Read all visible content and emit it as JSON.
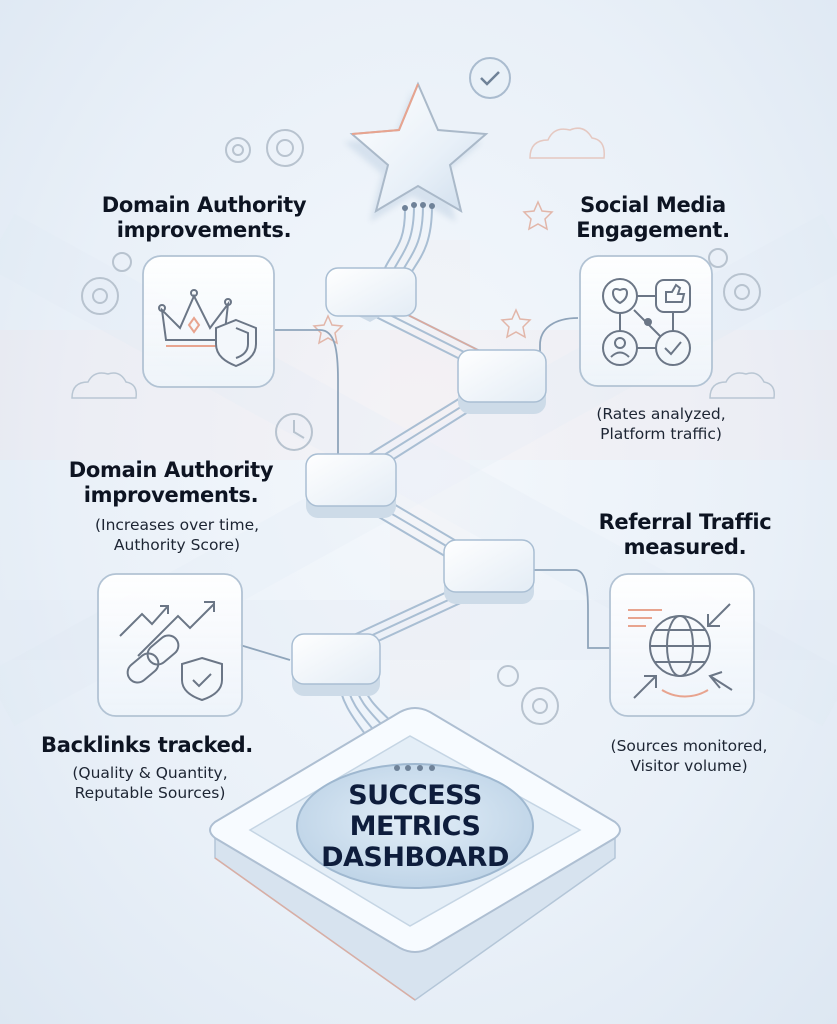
{
  "hub": {
    "line1": "SUCCESS",
    "line2": "METRICS",
    "line3": "DASHBOARD"
  },
  "metrics": {
    "domain_authority_top": {
      "title1": "Domain Authority",
      "title2": "improvements."
    },
    "social_media": {
      "title1": "Social Media",
      "title2": "Engagement.",
      "sub1": "(Rates analyzed,",
      "sub2": "Platform traffic)"
    },
    "domain_authority_mid": {
      "title1": "Domain Authority",
      "title2": "improvements.",
      "sub1": "(Increases over time,",
      "sub2": "Authority Score)"
    },
    "referral_traffic": {
      "title1": "Referral Traffic",
      "title2": "measured.",
      "sub1": "(Sources monitored,",
      "sub2": "Visitor volume)"
    },
    "backlinks": {
      "title1": "Backlinks tracked.",
      "sub1": "(Quality & Quantity,",
      "sub2": "Reputable Sources)"
    }
  },
  "icons": {
    "top_card": "crown-shield-icon",
    "social_card": "social-network-icon",
    "referral_card": "globe-arrows-icon",
    "backlinks_card": "chain-link-growth-icon",
    "goal": "star-icon",
    "badge": "check-badge-icon"
  },
  "colors": {
    "icon_stroke": "#6b7686",
    "accent_warm": "#e8a48f",
    "node_edge": "#a9bed3",
    "hub_fill": "#c9dcec"
  }
}
